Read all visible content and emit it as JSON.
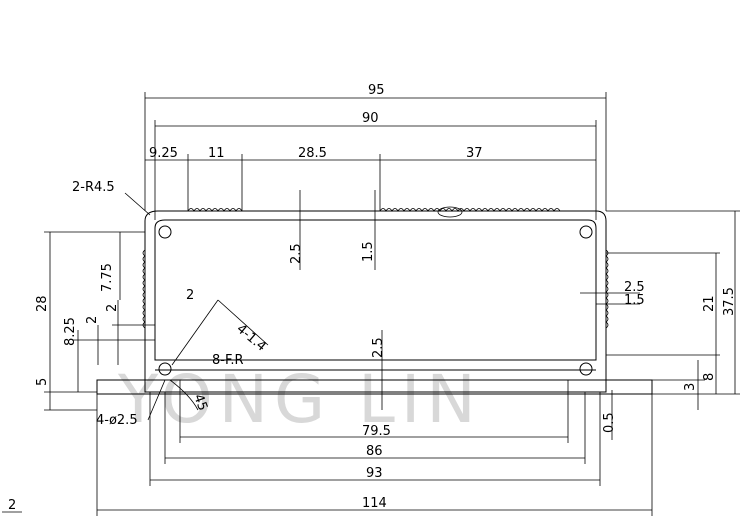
{
  "watermark": "YONG LIN",
  "labels": {
    "w95": "95",
    "w90": "90",
    "d925": "9.25",
    "d11": "11",
    "d285": "28.5",
    "d37": "37",
    "r45": "2-R4.5",
    "h28": "28",
    "h775": "7.75",
    "h825": "8.25",
    "h2a": "2",
    "h2b": "2",
    "h5": "5",
    "t25a": "2.5",
    "t15a": "1.5",
    "t2": "2",
    "t414": "4-1.4",
    "fr8": "8-F.R",
    "t25b": "2.5",
    "phi": "4-ø2.5",
    "ang45": "45",
    "w795": "79.5",
    "w86": "86",
    "w93": "93",
    "w114": "114",
    "r25": "2.5",
    "r15": "1.5",
    "h21": "21",
    "h375": "37.5",
    "h3": "3",
    "h8": "8",
    "h05": "0.5",
    "corner2": "2"
  }
}
